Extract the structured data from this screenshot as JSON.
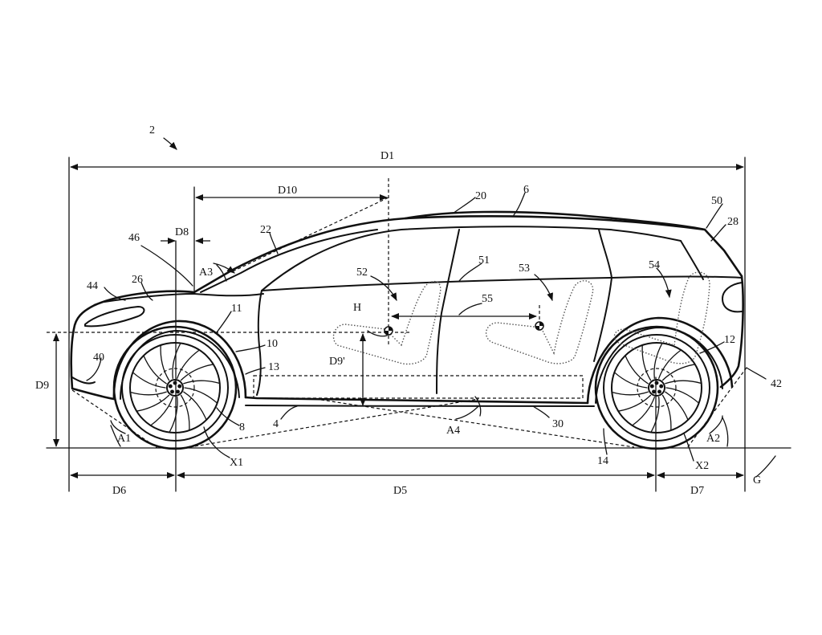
{
  "figure": {
    "labels": {
      "ref_2": "2",
      "d1": "D1",
      "d10": "D10",
      "ref_20": "20",
      "ref_6": "6",
      "ref_50": "50",
      "ref_28": "28",
      "ref_22": "22",
      "d8": "D8",
      "ref_46": "46",
      "a3": "A3",
      "ref_51": "51",
      "ref_52": "52",
      "ref_53": "53",
      "ref_54": "54",
      "ref_44": "44",
      "ref_26": "26",
      "ref_55": "55",
      "h": "H",
      "ref_11": "11",
      "ref_10": "10",
      "ref_12": "12",
      "d9p": "D9'",
      "ref_13": "13",
      "ref_40": "40",
      "d9": "D9",
      "ref_42": "42",
      "ref_8": "8",
      "ref_4": "4",
      "a4": "A4",
      "ref_30": "30",
      "a1": "A1",
      "a2": "A2",
      "x1": "X1",
      "ref_14": "14",
      "x2": "X2",
      "d6": "D6",
      "d5": "D5",
      "d7": "D7",
      "g": "G"
    }
  }
}
